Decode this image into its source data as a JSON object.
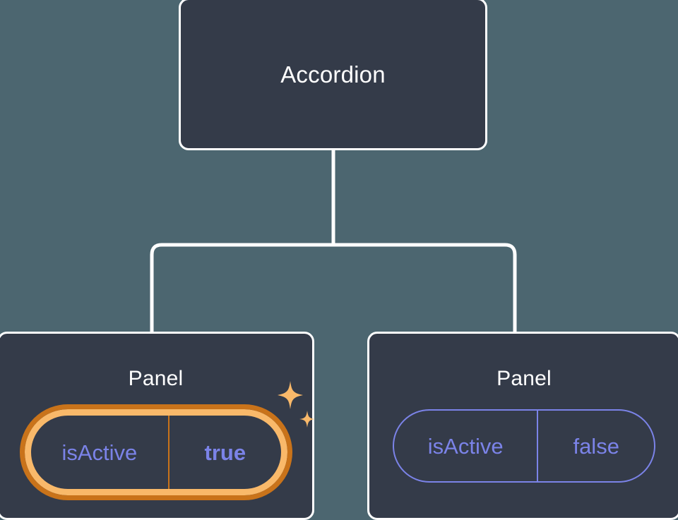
{
  "canvas": {
    "background_color": "#4C6670",
    "node_fill_color": "#343B49",
    "node_border_color": "#FFFFFF",
    "edge_color": "#FFFFFF",
    "accent_prop_color": "#7B83E8",
    "highlight_inner_color": "#F9B96A",
    "highlight_outer_color": "#C9731A",
    "sparkle_color": "#F9B96A"
  },
  "tree": {
    "root": {
      "title": "Accordion"
    },
    "children": [
      {
        "title": "Panel",
        "highlighted": true,
        "sparkle_icons": [
          "sparkle-large-icon",
          "sparkle-small-icon"
        ],
        "prop": {
          "key": "isActive",
          "value": "true"
        }
      },
      {
        "title": "Panel",
        "highlighted": false,
        "prop": {
          "key": "isActive",
          "value": "false"
        }
      }
    ]
  }
}
